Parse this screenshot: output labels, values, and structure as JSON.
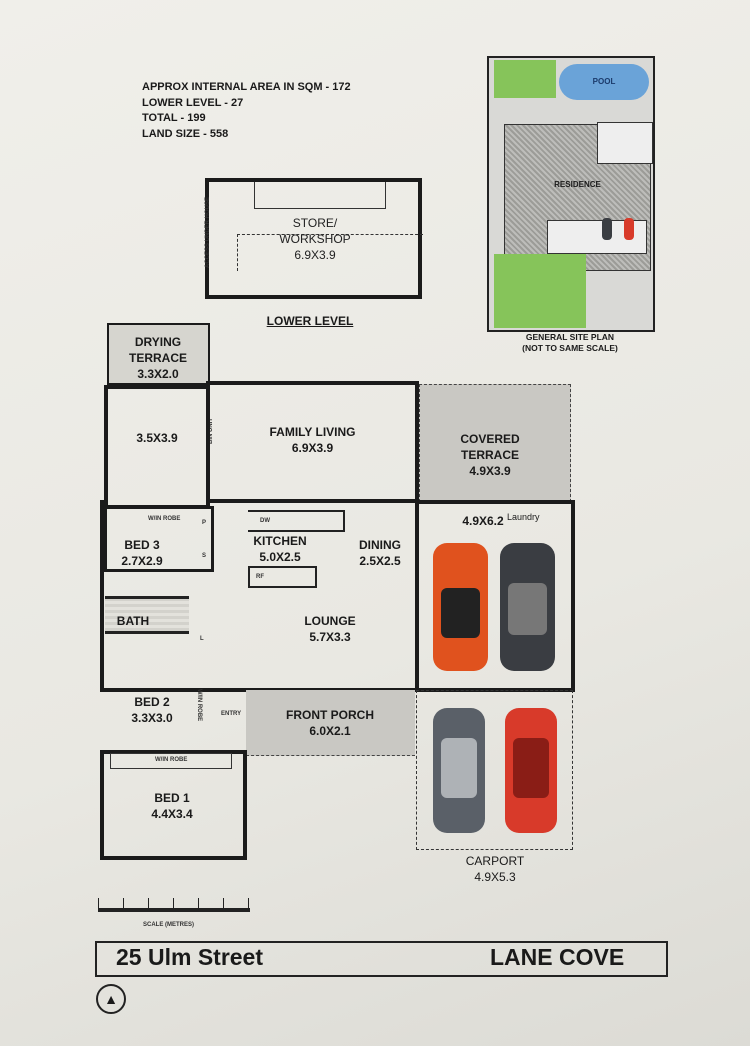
{
  "header": {
    "lines": [
      "APPROX INTERNAL AREA IN SQM - 172",
      "LOWER LEVEL - 27",
      "TOTAL - 199",
      "LAND SIZE - 558"
    ]
  },
  "lower_level": {
    "title": "LOWER LEVEL",
    "room_name": "STORE/\nWORKSHOP",
    "room_size": "6.9X3.9",
    "access_note": "ACCESS UNDER HOUSE"
  },
  "site_plan": {
    "pool": "POOL",
    "residence": "RESIDENCE",
    "caption_1": "GENERAL SITE PLAN",
    "caption_2": "(NOT TO SAME SCALE)"
  },
  "rooms": {
    "drying_terrace": {
      "name": "DRYING\nTERRACE",
      "size": "3.3X2.0"
    },
    "bedroom_master": {
      "size": "3.5X3.9"
    },
    "family_living": {
      "name": "FAMILY LIVING",
      "size": "6.9X3.9"
    },
    "covered_terrace": {
      "name": "COVERED\nTERRACE",
      "size": "4.9X3.9"
    },
    "garage": {
      "size": "4.9X6.2",
      "laundry": "Laundry"
    },
    "bed3": {
      "name": "BED 3",
      "size": "2.7X2.9"
    },
    "kitchen": {
      "name": "KITCHEN",
      "size": "5.0X2.5"
    },
    "dining": {
      "name": "DINING",
      "size": "2.5X2.5"
    },
    "bath": {
      "name": "BATH"
    },
    "lounge": {
      "name": "LOUNGE",
      "size": "5.7X3.3"
    },
    "bed2": {
      "name": "BED 2",
      "size": "3.3X3.0"
    },
    "front_porch": {
      "name": "FRONT PORCH",
      "size": "6.0X2.1"
    },
    "bed1": {
      "name": "BED 1",
      "size": "4.4X3.4"
    },
    "carport": {
      "name": "CARPORT",
      "size": "4.9X5.3"
    }
  },
  "fixtures": {
    "bin_unit": "BIN UNIT",
    "win_robe": "W/IN ROBE",
    "pantry": "P",
    "storage": "S",
    "linen": "L",
    "entry": "ENTRY",
    "dw": "DW",
    "rf": "RF"
  },
  "scale_label": "SCALE (METRES)",
  "footer": {
    "address": "25 Ulm Street",
    "suburb": "LANE COVE"
  },
  "colors": {
    "car_red": "#d83a2a",
    "car_orange": "#e0521e",
    "car_dark": "#3a3d42",
    "car_grey": "#5a6068",
    "lawn": "#7fc04a",
    "pool": "#6aa3d8"
  }
}
